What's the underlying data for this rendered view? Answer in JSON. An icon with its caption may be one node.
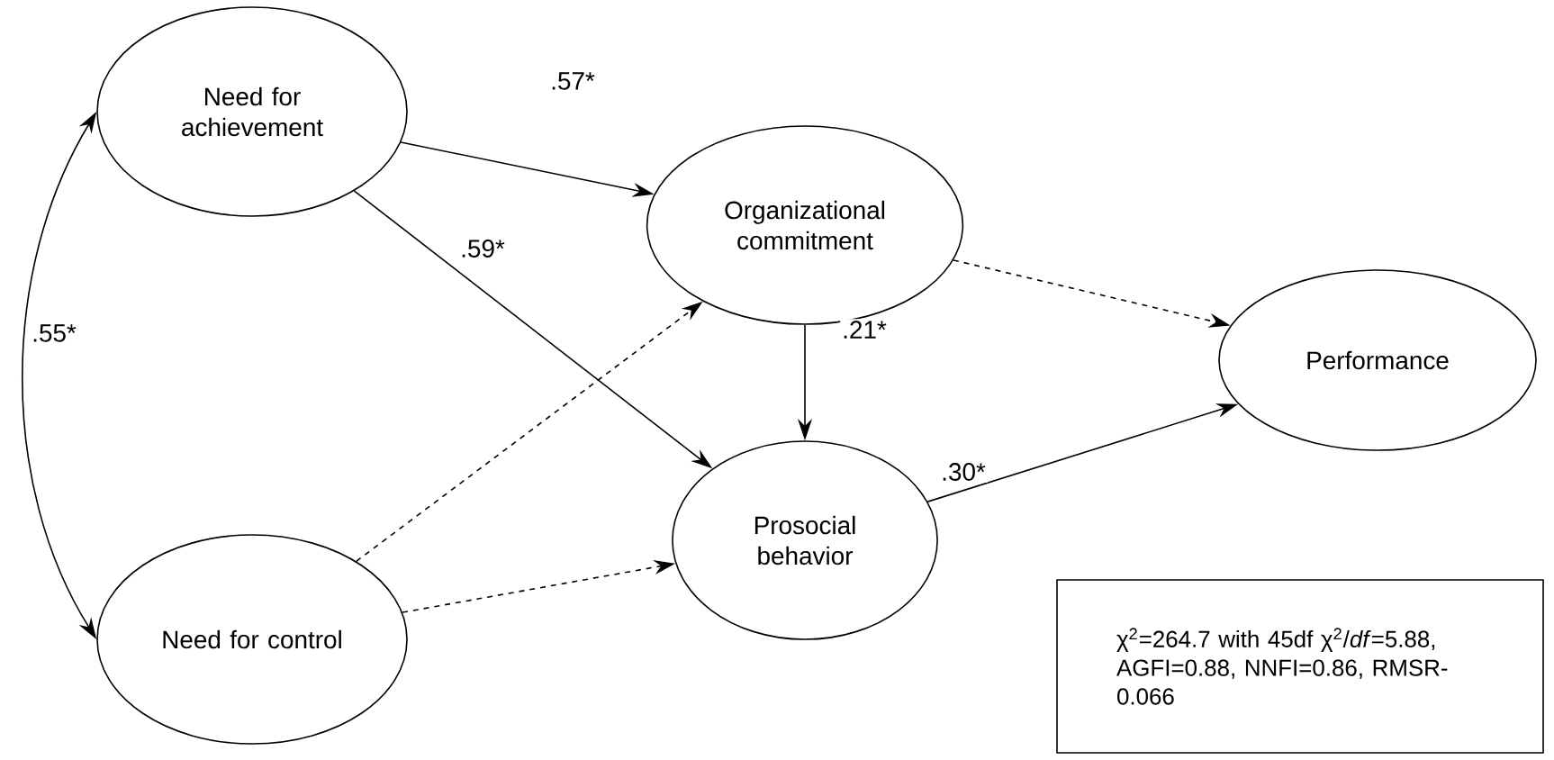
{
  "diagram": {
    "nodes": [
      {
        "text": [
          "Need for achievement"
        ]
      },
      {
        "text": [
          "Need for control"
        ]
      },
      {
        "text": [
          "Organizational commitment"
        ]
      },
      {
        "text": [
          "Prosocial behavior"
        ]
      },
      {
        "text": [
          "Performance"
        ]
      },
      {
        "text": [
          "χ$^{2}$=264.7 with 45df χ$^{2}$/*df*=5.88, AGFI=0.88, NNFI=0.86, RMSR-0.066"
        ]
      }
    ],
    "edges": [
      {
        "from": 0,
        "to": 1,
        "arrow": "both",
        "label": ".55*"
      },
      {
        "from": 0,
        "to": 2,
        "arrow": "to",
        "label": ".57*"
      },
      {
        "from": 0,
        "to": 3,
        "arrow": "to",
        "label": ".59*"
      },
      {
        "from": 1,
        "to": 2,
        "arrow": "to",
        "style": "dashed"
      },
      {
        "from": 1,
        "to": 3,
        "arrow": "to",
        "style": "dashed"
      },
      {
        "from": 2,
        "to": 3,
        "arrow": "to",
        "label": ".21*"
      },
      {
        "from": 2,
        "to": 4,
        "arrow": "to",
        "style": "dashed"
      },
      {
        "from": 3,
        "to": 4,
        "arrow": "to",
        "label": ".30*"
      }
    ]
  }
}
